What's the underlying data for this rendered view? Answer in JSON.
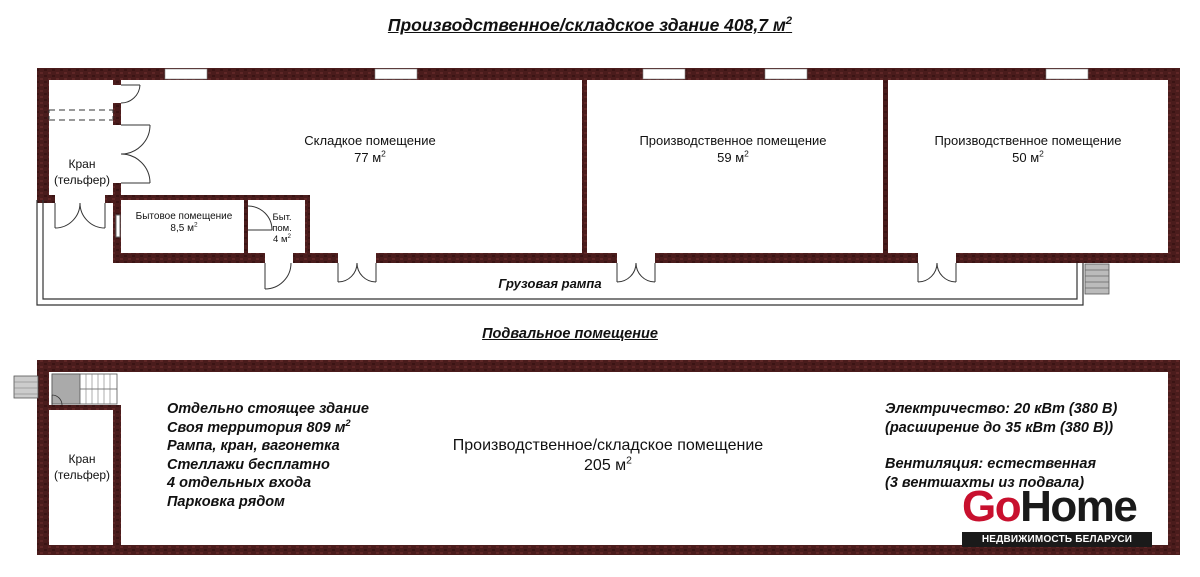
{
  "header": {
    "title": "Производственное/складское здание 408,7 м",
    "title_sup": "2"
  },
  "ground_floor": {
    "rooms": [
      {
        "name": "Кран\n(тельфер)"
      },
      {
        "name": "Складкое помещение",
        "area": "77 м",
        "area_sup": "2"
      },
      {
        "name": "Производственное помещение",
        "area": "59 м",
        "area_sup": "2"
      },
      {
        "name": "Производственное помещение",
        "area": "50 м",
        "area_sup": "2"
      },
      {
        "name": "Бытовое помещение",
        "area": "8,5 м",
        "area_sup": "2"
      },
      {
        "name": "Быт.\nпом.",
        "area": "4 м",
        "area_sup": "2"
      }
    ],
    "ramp_label": "Грузовая рампа"
  },
  "basement": {
    "title": "Подвальное помещение",
    "crane_label": "Кран\n(тельфер)",
    "main_room": {
      "name": "Производственное/складское помещение",
      "area": "205 м",
      "area_sup": "2"
    }
  },
  "features_left": [
    {
      "text": "Отдельно стоящее здание"
    },
    {
      "text": "Своя территория 809 м",
      "sup": "2"
    },
    {
      "text": "Рампа, кран, вагонетка"
    },
    {
      "text": "Стеллажи бесплатно"
    },
    {
      "text": "4 отдельных входа"
    },
    {
      "text": "Парковка рядом"
    }
  ],
  "features_right": [
    {
      "text": "Электричество: 20 кВт (380 В)"
    },
    {
      "text": "(расширение до 35 кВт (380 В))"
    },
    {
      "text": ""
    },
    {
      "text": "Вентиляция: естественная"
    },
    {
      "text": "(3 вентшахты из подвала)"
    }
  ],
  "logo": {
    "part1": "Go",
    "part2": "Home",
    "tagline": "НЕДВИЖИМОСТЬ БЕЛАРУСИ",
    "color_red": "#c8102e",
    "color_dark": "#1a1a1a"
  },
  "colors": {
    "wall": "#4a1c1c",
    "line": "#333333"
  }
}
